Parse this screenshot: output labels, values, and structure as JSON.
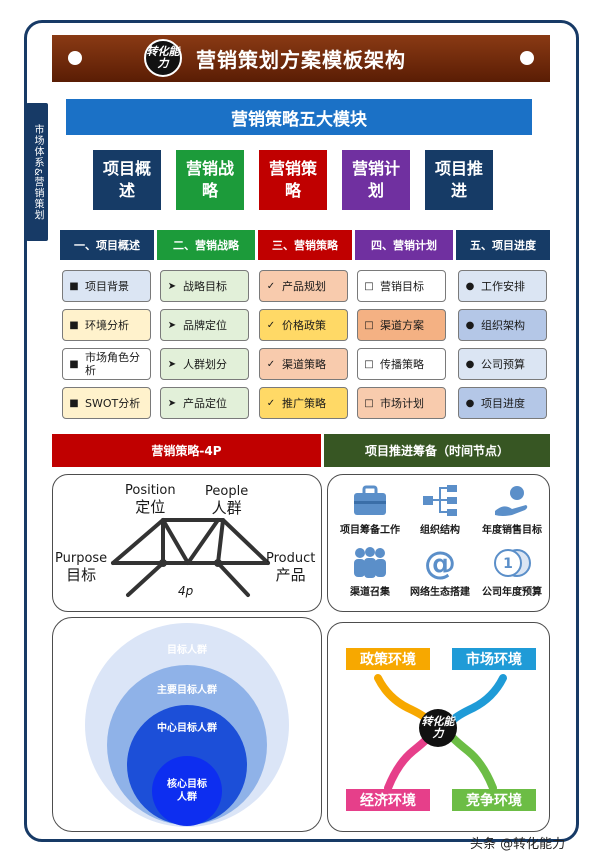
{
  "side_label": "市场体系&营销策划",
  "header": {
    "title": "营销策划方案模板架构",
    "badge": "转化能力"
  },
  "sub_title": "营销策略五大模块",
  "modules": [
    {
      "label": "项目概述",
      "color": "#163b66"
    },
    {
      "label": "营销战略",
      "color": "#1c9b3a"
    },
    {
      "label": "营销策略",
      "color": "#c00000"
    },
    {
      "label": "营销计划",
      "color": "#7030a0"
    },
    {
      "label": "项目推进",
      "color": "#163b66"
    }
  ],
  "columns": [
    {
      "header": "一、项目概述",
      "header_color": "#163b66",
      "cell_bg": "#dbe5f3",
      "bullet": "■",
      "items": [
        "项目背景",
        "环境分析",
        "市场角色分析",
        "SWOT分析"
      ],
      "item_bgs": [
        "#dbe5f3",
        "#fff2cc",
        "#ffffff",
        "#fff2cc"
      ]
    },
    {
      "header": "二、营销战略",
      "header_color": "#1c9b3a",
      "cell_bg": "#e2f0d9",
      "bullet": "➤",
      "items": [
        "战略目标",
        "品牌定位",
        "人群划分",
        "产品定位"
      ],
      "item_bgs": [
        "#e2f0d9",
        "#e2f0d9",
        "#e2f0d9",
        "#e2f0d9"
      ]
    },
    {
      "header": "三、营销策略",
      "header_color": "#c00000",
      "cell_bg": "#f8cbad",
      "bullet": "✓",
      "items": [
        "产品规划",
        "价格政策",
        "渠道策略",
        "推广策略"
      ],
      "item_bgs": [
        "#f8cbad",
        "#ffd966",
        "#f8cbad",
        "#ffd966"
      ]
    },
    {
      "header": "四、营销计划",
      "header_color": "#7030a0",
      "cell_bg": "#ffffff",
      "bullet": "□",
      "items": [
        "营销目标",
        "渠道方案",
        "传播策略",
        "市场计划"
      ],
      "item_bgs": [
        "#ffffff",
        "#f4b183",
        "#ffffff",
        "#f8cbad"
      ]
    },
    {
      "header": "五、项目进度",
      "header_color": "#163b66",
      "cell_bg": "#dbe5f3",
      "bullet": "●",
      "items": [
        "工作安排",
        "组织架构",
        "公司预算",
        "项目进度"
      ],
      "item_bgs": [
        "#dbe5f3",
        "#b4c7e7",
        "#dbe5f3",
        "#b4c7e7"
      ]
    }
  ],
  "section_4p": {
    "header": "营销策略-4P",
    "header_color": "#c00000",
    "center_label": "4p",
    "labels": [
      {
        "en": "Position",
        "zh": "定位"
      },
      {
        "en": "People",
        "zh": "人群"
      },
      {
        "en": "Purpose",
        "zh": "目标"
      },
      {
        "en": "Product",
        "zh": "产品"
      }
    ]
  },
  "section_progress": {
    "header": "项目推进筹备（时间节点）",
    "header_color": "#375623",
    "items": [
      {
        "label": "项目筹备工作",
        "icon": "briefcase-icon"
      },
      {
        "label": "组织结构",
        "icon": "org-chart-icon"
      },
      {
        "label": "年度销售目标",
        "icon": "hand-coins-icon"
      },
      {
        "label": "渠道召集",
        "icon": "people-group-icon"
      },
      {
        "label": "网络生态搭建",
        "icon": "at-sign-icon"
      },
      {
        "label": "公司年度预算",
        "icon": "coins-icon"
      }
    ]
  },
  "target_circles": [
    "目标人群",
    "主要目标人群",
    "中心目标人群",
    "核心目标人群"
  ],
  "environments": {
    "badge": "转化能力",
    "items": [
      {
        "label": "政策环境",
        "color": "#f7a800"
      },
      {
        "label": "市场环境",
        "color": "#1f9bd7"
      },
      {
        "label": "经济环境",
        "color": "#e63f8a"
      },
      {
        "label": "竞争环境",
        "color": "#6cbd45"
      }
    ]
  },
  "watermark": "头条 @转化能力"
}
